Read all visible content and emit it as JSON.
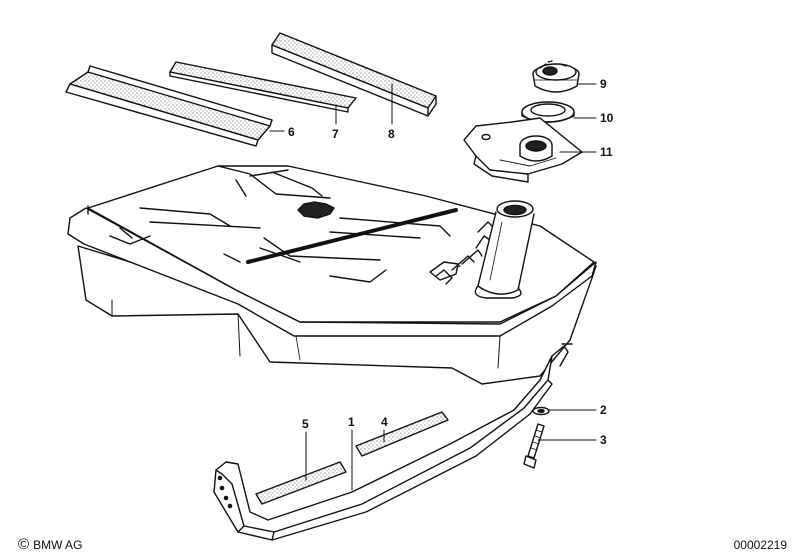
{
  "footer": {
    "copyright_symbol": "©",
    "copyright": "BMW AG",
    "drawing_id": "00002219"
  },
  "callouts": [
    {
      "label": "1"
    },
    {
      "label": "2"
    },
    {
      "label": "3"
    },
    {
      "label": "4"
    },
    {
      "label": "5"
    },
    {
      "label": "6"
    },
    {
      "label": "7"
    },
    {
      "label": "8"
    },
    {
      "label": "9"
    },
    {
      "label": "10"
    },
    {
      "label": "11"
    }
  ],
  "colors": {
    "line": "#111111",
    "background": "#ffffff"
  }
}
